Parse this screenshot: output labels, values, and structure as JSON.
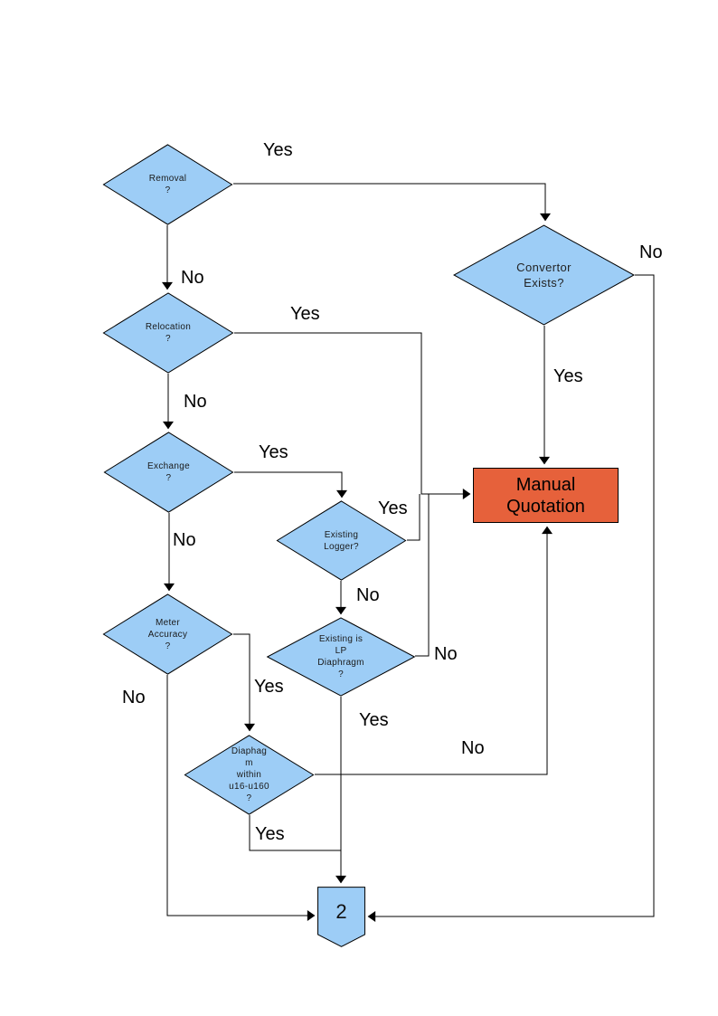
{
  "colors": {
    "node_fill": "#9DCDF6",
    "node_border": "#000000",
    "action_fill": "#E6613B",
    "line_color": "#000000",
    "bg": "#FFFFFF"
  },
  "nodes": {
    "removal": {
      "label": "Removal\n?"
    },
    "convertor_exists": {
      "label": "Convertor\nExists?"
    },
    "relocation": {
      "label": "Relocation\n?"
    },
    "exchange": {
      "label": "Exchange\n?"
    },
    "existing_logger": {
      "label": "Existing\nLogger?"
    },
    "existing_lp_diaphragm": {
      "label": "Existing is\nLP\nDiaphragm\n?"
    },
    "meter_accuracy": {
      "label": "Meter\nAccuracy\n?"
    },
    "diaphragm_range": {
      "label": "Diaphag\nm\nwithin\nu16-u160\n?"
    },
    "manual_quotation": {
      "label": "Manual\nQuotation"
    },
    "offpage_connector": {
      "label": "2"
    }
  },
  "edge_labels": {
    "removal_yes": "Yes",
    "removal_no": "No",
    "convertor_no": "No",
    "convertor_yes": "Yes",
    "relocation_yes": "Yes",
    "relocation_no": "No",
    "exchange_yes": "Yes",
    "exchange_no": "No",
    "existing_logger_yes": "Yes",
    "existing_logger_no": "No",
    "lp_diaphragm_no": "No",
    "lp_diaphragm_yes": "Yes",
    "meter_accuracy_yes": "Yes",
    "meter_accuracy_no": "No",
    "diaphragm_range_no": "No",
    "diaphragm_range_yes": "Yes"
  }
}
